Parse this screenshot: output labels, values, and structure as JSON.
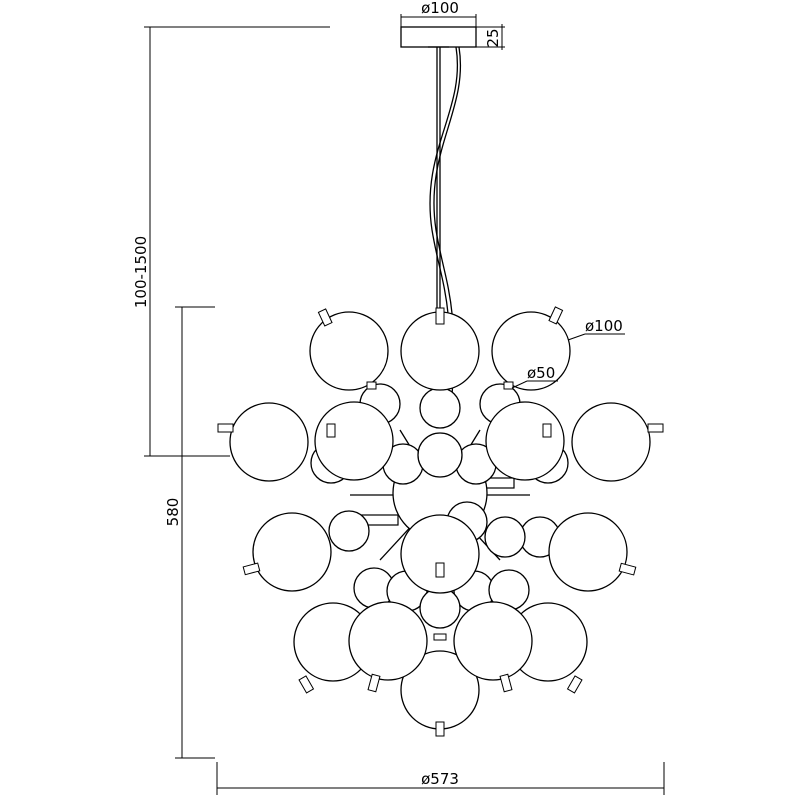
{
  "drawing": {
    "ceiling_cup_diameter": "ø100",
    "ceiling_cup_height": "25",
    "cable_length": "100-1500",
    "fixture_height": "580",
    "fixture_diameter": "ø573",
    "large_globe_diameter": "ø100",
    "small_globe_diameter": "ø50"
  }
}
